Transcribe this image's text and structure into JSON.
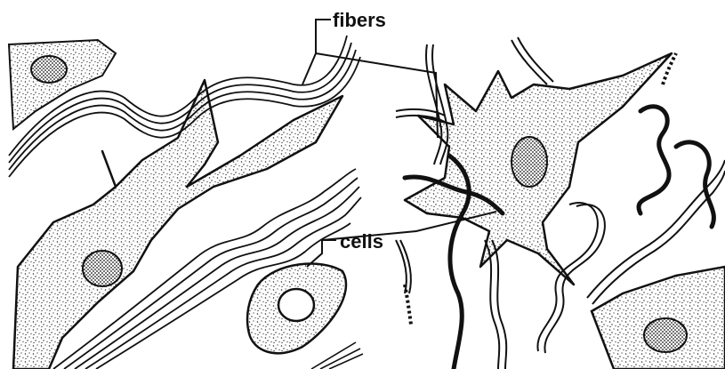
{
  "labels": {
    "fibers": "fibers",
    "cells": "cells"
  },
  "colors": {
    "ink": "#111111",
    "cell_fill": "url(#stipple)",
    "background": "#ffffff"
  }
}
